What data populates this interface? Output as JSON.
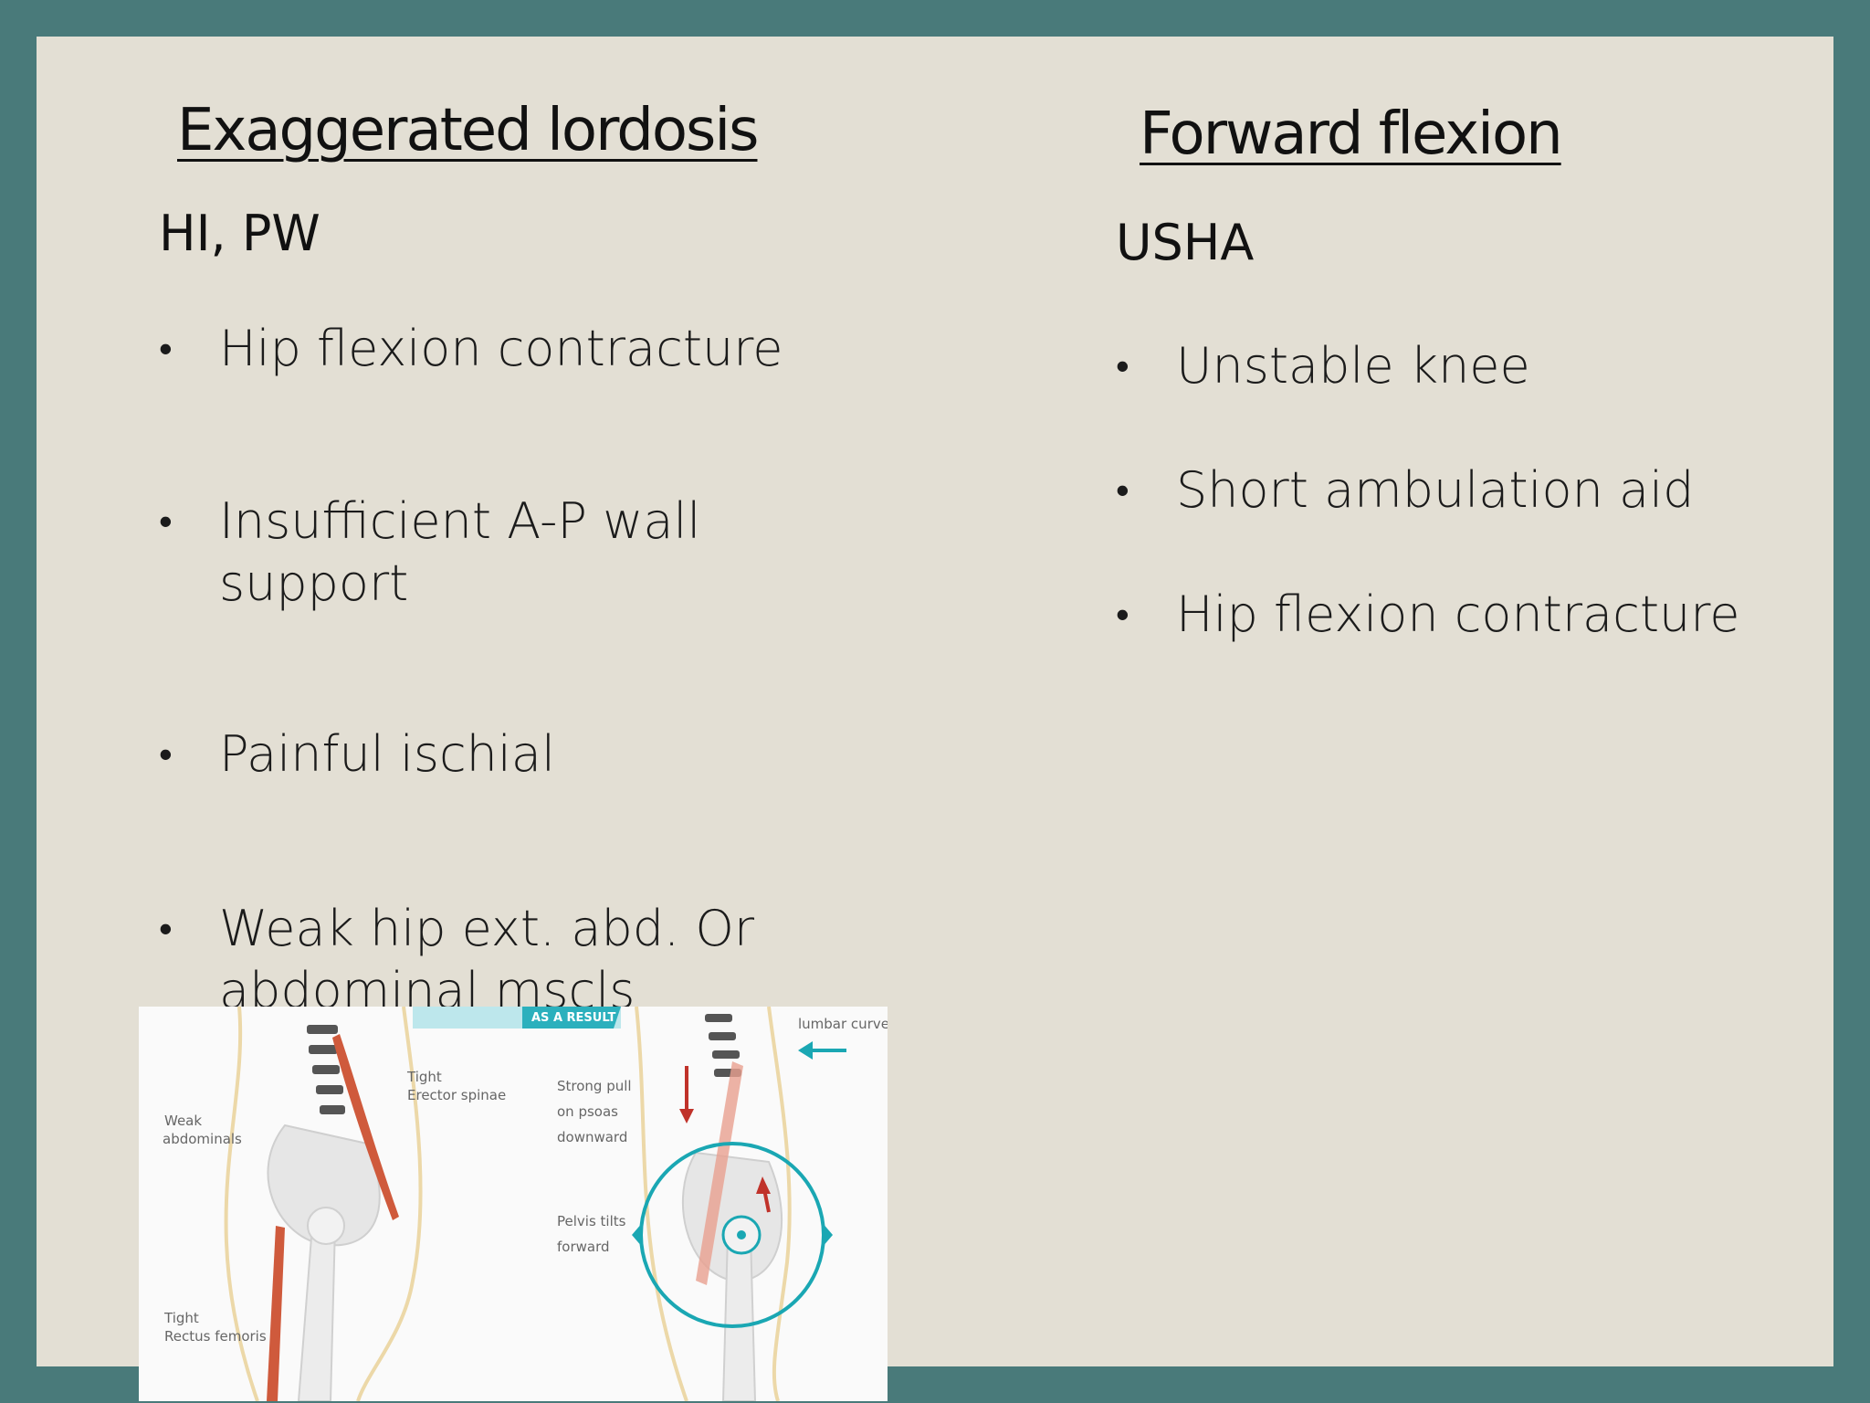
{
  "left": {
    "heading": "Exaggerated lordosis",
    "subheading": "HI, PW",
    "bullets": [
      "Hip flexion contracture",
      "Insufficient A-P wall\nsupport",
      "Painful ischial",
      "Weak hip ext. abd. Or\nabdominal mscls"
    ]
  },
  "right": {
    "heading": "Forward flexion",
    "subheading": "USHA",
    "bullets": [
      "Unstable knee",
      "Short ambulation aid",
      "Hip flexion contracture"
    ]
  },
  "figure": {
    "labels": {
      "weak_abdominals": [
        "Weak",
        "abdominals"
      ],
      "tight_erector": [
        "Tight",
        "Erector spinae"
      ],
      "tight_rectus": [
        "Tight",
        "Rectus femoris"
      ],
      "strong_pull": [
        "Strong pull",
        "on psoas",
        "downward"
      ],
      "pelvis_tilts": [
        "Pelvis tilts",
        "forward"
      ],
      "lumbar_curve": [
        "lumbar curve"
      ],
      "banner": "AS A RESULT"
    },
    "colors": {
      "muscle": "#cf5a3c",
      "arrow_teal": "#1aa7b3",
      "arrow_red": "#c0322a",
      "bone": "#eeeeee"
    }
  }
}
